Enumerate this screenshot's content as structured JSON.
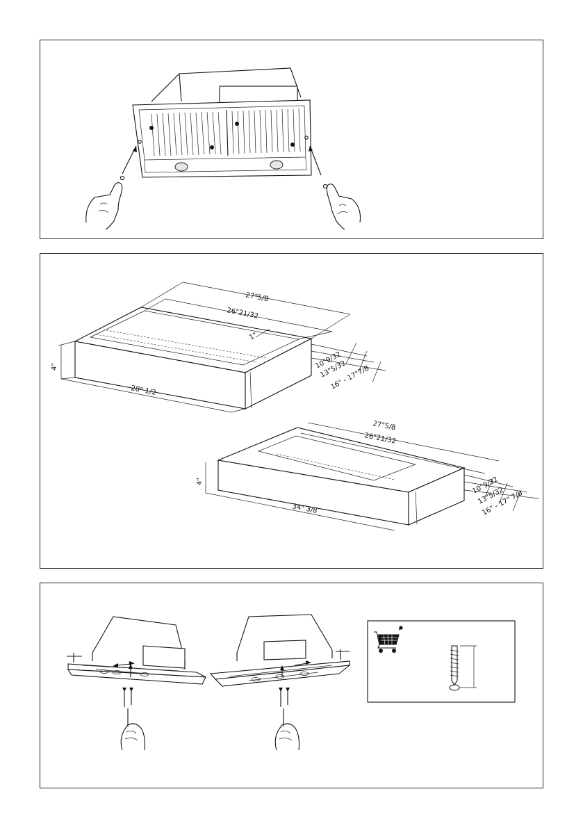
{
  "panel1": {
    "icons": [
      "range-hood-front-view",
      "pointing-hand-left",
      "pointing-hand-right",
      "filter-slot-hole-left",
      "filter-slot-hole-right"
    ]
  },
  "panel2": {
    "model_small": {
      "top_length_outer": "27\"5/8",
      "top_length_inner": "26\"21/32",
      "top_offset": "1\"",
      "height": "4\"",
      "front_length": "28\"  1/2",
      "depth_inner": "10\"9/32",
      "depth_outer": "13\"5/32",
      "depth_range": "16\" - 17\"7/8"
    },
    "model_large": {
      "top_length_outer": "27\"5/8",
      "top_length_inner": "26\"21/32",
      "height": "4\"",
      "front_length": "34\"  3/8",
      "depth_inner": "10\"9/32",
      "depth_outer": "13\"5/32",
      "depth_range": "16\" - 17\"  7/8"
    }
  },
  "panel3": {
    "icons": [
      "hood-installation-left",
      "hood-installation-right",
      "screwdriver-hand-left",
      "screwdriver-hand-right",
      "shopping-cart-icon",
      "wood-screw-icon"
    ]
  }
}
